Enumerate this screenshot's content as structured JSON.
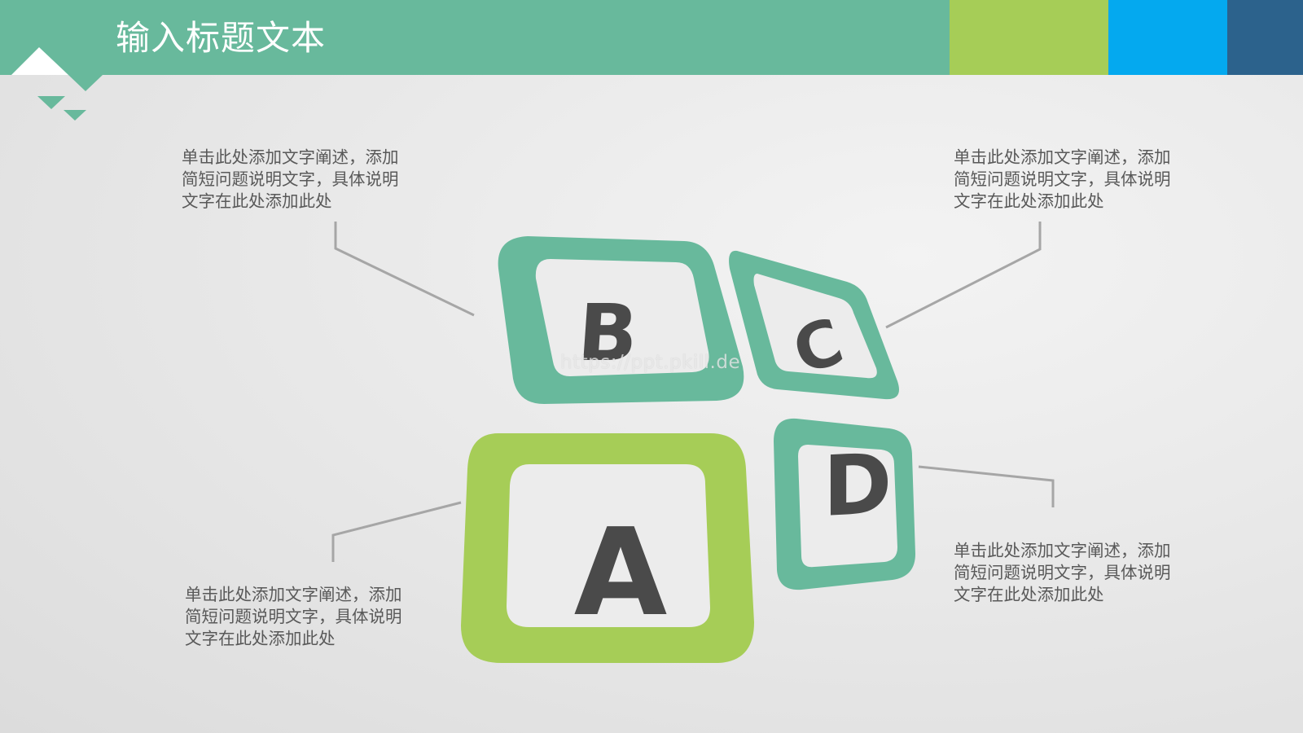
{
  "slide": {
    "title": "输入标题文本",
    "colors": {
      "green": "#68b99c",
      "lime": "#a6cd57",
      "blue": "#04a9ef",
      "navy": "#2c628c",
      "letter": "#4a4a4a",
      "caption": "#595959"
    }
  },
  "captions": {
    "top_left": [
      "单击此处添加文字阐述，添加",
      "简短问题说明文字，具体说明",
      "文字在此处添加此处"
    ],
    "top_right": [
      "单击此处添加文字阐述，添加",
      "简短问题说明文字，具体说明",
      "文字在此处添加此处"
    ],
    "bottom_left": [
      "单击此处添加文字阐述，添加",
      "简短问题说明文字，具体说明",
      "文字在此处添加此处"
    ],
    "bottom_right": [
      "单击此处添加文字阐述，添加",
      "简短问题说明文字，具体说明",
      "文字在此处添加此处"
    ]
  },
  "blocks": {
    "a": "A",
    "b": "B",
    "c": "C",
    "d": "D"
  },
  "watermark": "https://ppt.pkill.de"
}
